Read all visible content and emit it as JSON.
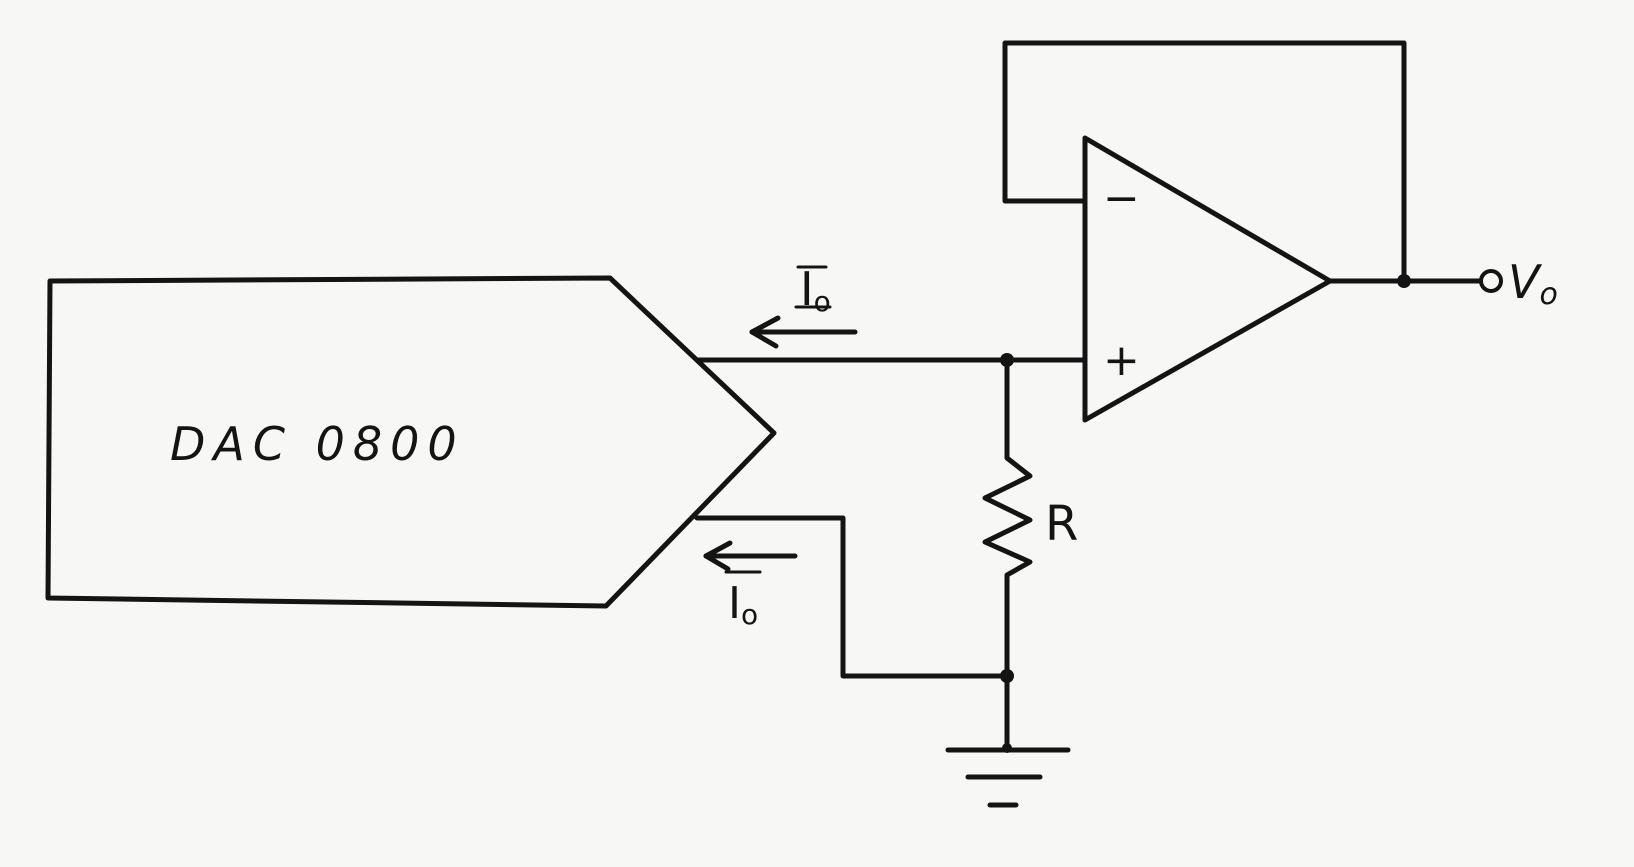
{
  "diagram": {
    "dac_label": "DAC 0800",
    "current_out_label": "I",
    "current_out_sub": "o",
    "current_out_bar_label": "I",
    "current_out_bar_sub": "o",
    "resistor_label": "R",
    "output_label": "V",
    "output_sub": "o",
    "opamp_minus": "−",
    "opamp_plus": "+"
  }
}
